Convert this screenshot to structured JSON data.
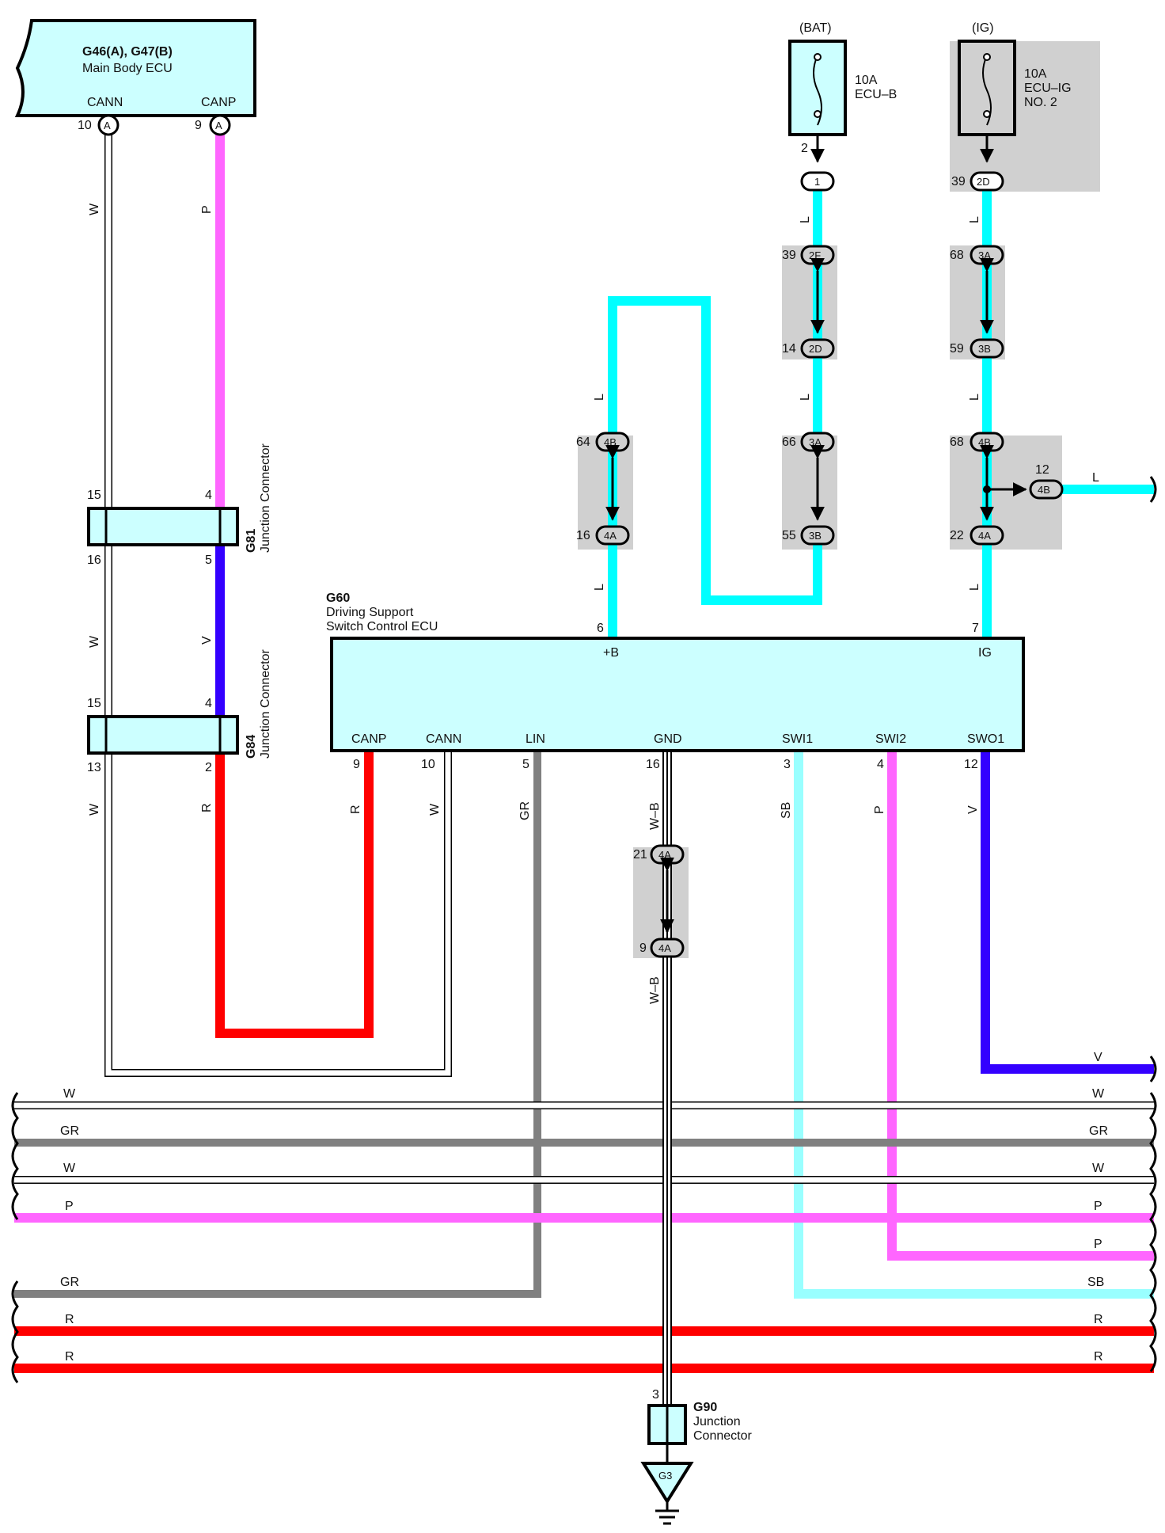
{
  "main_ecu": {
    "code": "G46(A), G47(B)",
    "name": "Main Body ECU",
    "pins": {
      "cann": {
        "name": "CANN",
        "number": "10",
        "connector": "A"
      },
      "canp": {
        "name": "CANP",
        "number": "9",
        "connector": "A"
      }
    }
  },
  "fuse_bat": {
    "supply": "(BAT)",
    "rating": "10A",
    "name": "ECU–B",
    "pin": "2",
    "conn": "1"
  },
  "fuse_ig": {
    "supply": "(IG)",
    "rating": "10A",
    "name1": "ECU–IG",
    "name2": "NO. 2",
    "pin": "39",
    "conn": "2D"
  },
  "g60": {
    "code": "G60",
    "name1": "Driving Support",
    "name2": "Switch Control ECU",
    "top_pins": [
      {
        "name": "+B",
        "number": "6"
      },
      {
        "name": "IG",
        "number": "7"
      }
    ],
    "bottom_pins": [
      {
        "name": "CANP",
        "number": "9",
        "color": "R"
      },
      {
        "name": "CANN",
        "number": "10",
        "color": "W"
      },
      {
        "name": "LIN",
        "number": "5",
        "color": "GR"
      },
      {
        "name": "GND",
        "number": "16",
        "color": "W–B"
      },
      {
        "name": "SWI1",
        "number": "3",
        "color": "SB"
      },
      {
        "name": "SWI2",
        "number": "4",
        "color": "P"
      },
      {
        "name": "SWO1",
        "number": "12",
        "color": "V"
      }
    ]
  },
  "junctions": {
    "g81": {
      "code": "G81",
      "name": "Junction Connector",
      "pins": [
        "15",
        "4",
        "16",
        "5"
      ]
    },
    "g84": {
      "code": "G84",
      "name": "Junction Connector",
      "pins": [
        "15",
        "4",
        "13",
        "2"
      ]
    },
    "g90": {
      "code": "G90",
      "name1": "Junction",
      "name2": "Connector",
      "pin": "3",
      "ground": "G3"
    }
  },
  "inline_connectors": {
    "c64": {
      "num": "64",
      "label": "4B"
    },
    "c16": {
      "num": "16",
      "label": "4A"
    },
    "c39": {
      "num": "39",
      "label": "2F"
    },
    "c14": {
      "num": "14",
      "label": "2D"
    },
    "c66": {
      "num": "66",
      "label": "3A"
    },
    "c55": {
      "num": "55",
      "label": "3B"
    },
    "c68a": {
      "num": "68",
      "label": "3A"
    },
    "c59": {
      "num": "59",
      "label": "3B"
    },
    "c68b": {
      "num": "68",
      "label": "4B"
    },
    "c22": {
      "num": "22",
      "label": "4A"
    },
    "c12": {
      "num": "12",
      "label": "4B"
    },
    "c21": {
      "num": "21",
      "label": "4A"
    },
    "c9": {
      "num": "9",
      "label": "4A"
    }
  },
  "wire_labels": {
    "w": "W",
    "p": "P",
    "v": "V",
    "r": "R",
    "l": "L",
    "gr": "GR",
    "sb": "SB",
    "wb": "W–B"
  },
  "bus": [
    {
      "left": "W",
      "right": "W"
    },
    {
      "left": "GR",
      "right": "GR"
    },
    {
      "left": "W",
      "right": "W"
    },
    {
      "left": "P",
      "right": "P"
    },
    {
      "left": "",
      "right": "P"
    },
    {
      "left": "GR",
      "right": "SB"
    },
    {
      "left": "R",
      "right": "R"
    },
    {
      "left": "R",
      "right": "R"
    }
  ],
  "extra_right": {
    "l": "L",
    "v": "V"
  },
  "colors": {
    "L": "#00ffff",
    "P": "#ff66ff",
    "V": "#3300ff",
    "R": "#ff0000",
    "GR": "#808080",
    "SB": "#99ffff",
    "W": "#ffffff",
    "box": "#ccffff",
    "shade": "#d0d0d0"
  }
}
